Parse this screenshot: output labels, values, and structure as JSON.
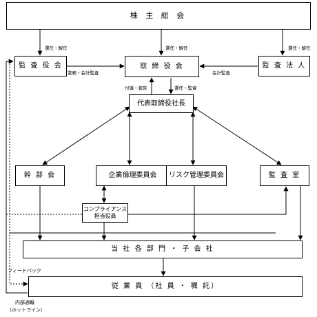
{
  "boxes": {
    "shareholders": "株 主 総 会",
    "auditors": "監 査 役 会",
    "board": "取 締 役 会",
    "audit_firm": "監 査 法 人",
    "president": "代表取締役社長",
    "exec_committee": "幹 部 会",
    "ethics_committee": "企業倫理委員会",
    "risk_committee": "リスク管理委員会",
    "audit_office": "監 査 室",
    "compliance_line1": "コンプライアンス",
    "compliance_line2": "担当役員",
    "departments": "当 社 各 部 門 ・ 子 会 社",
    "employees": "従 業 員 （社 員 ・ 嘱 託）"
  },
  "labels": {
    "elect_dismiss_left": "選任・解任",
    "elect_dismiss_center": "選任・解任",
    "elect_dismiss_right": "選任・解任",
    "business_accounting_audit": "業務・会計監査",
    "accounting_audit": "会計監査",
    "entrust_report": "付議・報告",
    "elect_supervise": "選任・監督",
    "feedback": "フィードバック",
    "internal_report_line1": "内部通報",
    "internal_report_line2": "（ホットライン）"
  }
}
